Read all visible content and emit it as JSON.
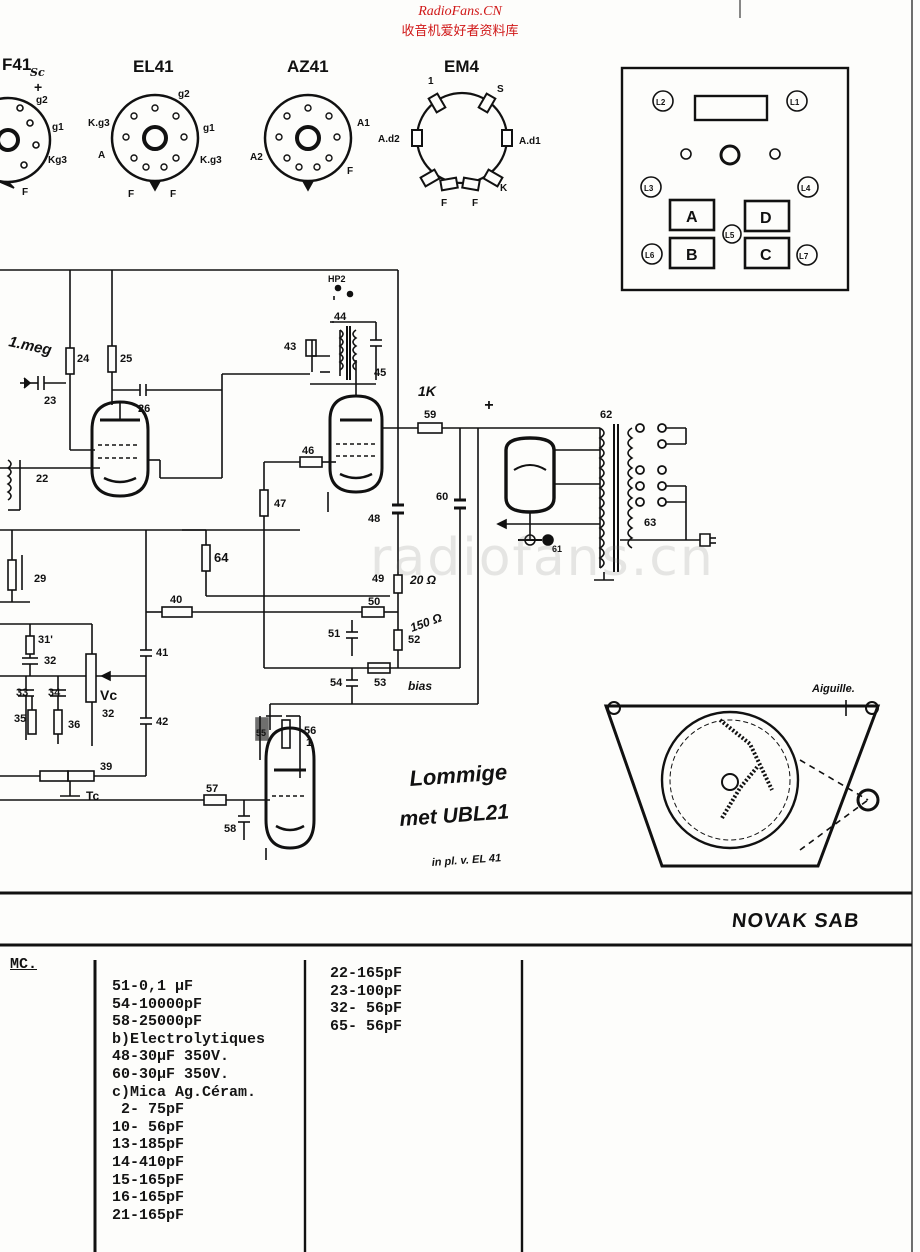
{
  "watermark": {
    "site": "RadioFans.CN",
    "subtitle": "收音机爱好者资料库",
    "center": "radiofans.cn"
  },
  "tubes": [
    {
      "name": "F41",
      "pins": [
        "g2",
        "g1",
        "Kg3",
        "F"
      ]
    },
    {
      "name": "EL41",
      "pins": [
        "g2",
        "K.g3",
        "g1",
        "A",
        "K.g3",
        "F",
        "F"
      ]
    },
    {
      "name": "AZ41",
      "pins": [
        "A1",
        "A2",
        "F"
      ]
    },
    {
      "name": "EM4",
      "pins": [
        "1",
        "S",
        "A.d2",
        "A.d1",
        "F",
        "F",
        "K"
      ]
    }
  ],
  "handnotes": {
    "scale": "Sc",
    "plus": "+",
    "meg": "1.meg",
    "note1": "Lommige",
    "note2": "met UBL21",
    "note3": "in pl. v. EL 41",
    "aiguille": "Aiguille.",
    "k1": "1K",
    "r20": "20 Ω",
    "r150": "150 Ω",
    "bias": "bias"
  },
  "panel": {
    "labels": [
      "L2",
      "L1",
      "L3",
      "L4",
      "L5",
      "L6",
      "L7"
    ],
    "buttons": [
      "A",
      "D",
      "B",
      "C"
    ]
  },
  "component_labels": {
    "r24": "24",
    "r25": "25",
    "c23": "23",
    "c26": "26",
    "r22": "22",
    "r29": "29",
    "r31": "31'",
    "c32": "32",
    "c33": "33",
    "c34": "34",
    "r35": "35",
    "r36": "36",
    "vc": "Vc",
    "v32": "32",
    "r39": "39",
    "tc": "Tc",
    "c41": "41",
    "c42": "42",
    "r40": "40",
    "r64": "64",
    "r47": "47",
    "r46": "46",
    "c43": "43",
    "t44": "44",
    "c45": "45",
    "hp2": "HP2",
    "c48": "48",
    "r49": "49",
    "r50": "50",
    "c51": "51",
    "r52": "52",
    "c54": "54",
    "r53": "53",
    "r59": "59",
    "c60": "60",
    "t62": "62",
    "c63": "63",
    "l61": "61",
    "r56": "56",
    "n1": "1",
    "r57": "57",
    "c58": "58",
    "c55": "55"
  },
  "brand": "NOVAK SAB",
  "parts_list": {
    "heading": "MC.",
    "column1": [
      "51-0,1 μF",
      "54-10000pF",
      "58-25000pF",
      "b)Electrolytiques",
      "48-30μF 350V.",
      "60-30μF 350V.",
      "c)Mica Ag.Céram.",
      " 2- 75pF",
      "10- 56pF",
      "13-185pF",
      "14-410pF",
      "15-165pF",
      "16-165pF",
      "21-165pF"
    ],
    "column2": [
      "22-165pF",
      "23-100pF",
      "32- 56pF",
      "65- 56pF"
    ]
  }
}
